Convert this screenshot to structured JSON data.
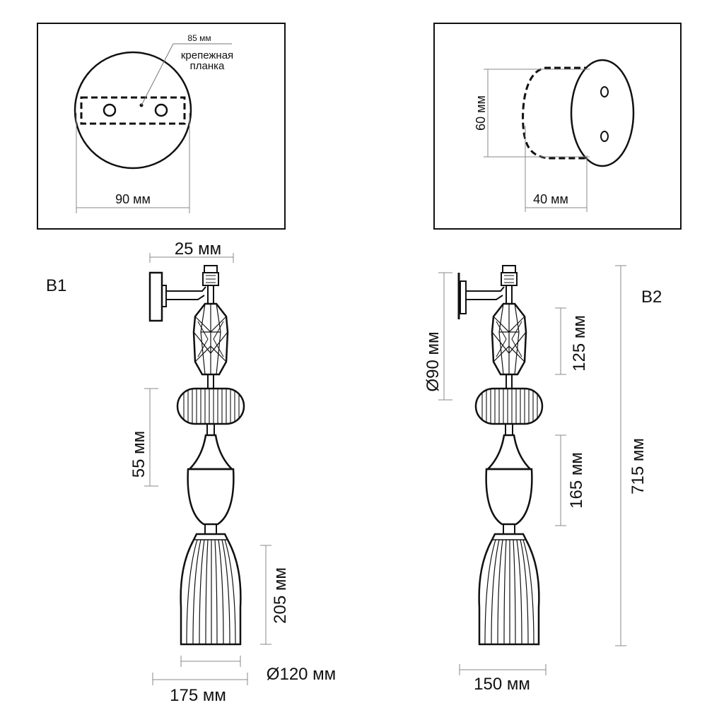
{
  "colors": {
    "line": "#111111",
    "dim": "#7a7a7a",
    "background": "#ffffff"
  },
  "top_left_panel": {
    "plate_label": "85 мм",
    "plate_caption_line1": "крепежная",
    "plate_caption_line2": "планка",
    "width_label": "90 мм"
  },
  "top_right_panel": {
    "height_label": "60 мм",
    "depth_label": "40 мм"
  },
  "variant_b1": {
    "name": "B1",
    "arm_label": "25 мм",
    "ring_label": "55 мм",
    "shade_label": "205 мм",
    "diameter_label": "Ø120 мм",
    "reach_label": "175 мм"
  },
  "variant_b2": {
    "name": "B2",
    "base_label": "Ø90 мм",
    "crystal_label": "125 мм",
    "urn_label": "165 мм",
    "total_label": "715 мм",
    "width_label": "150 мм"
  }
}
